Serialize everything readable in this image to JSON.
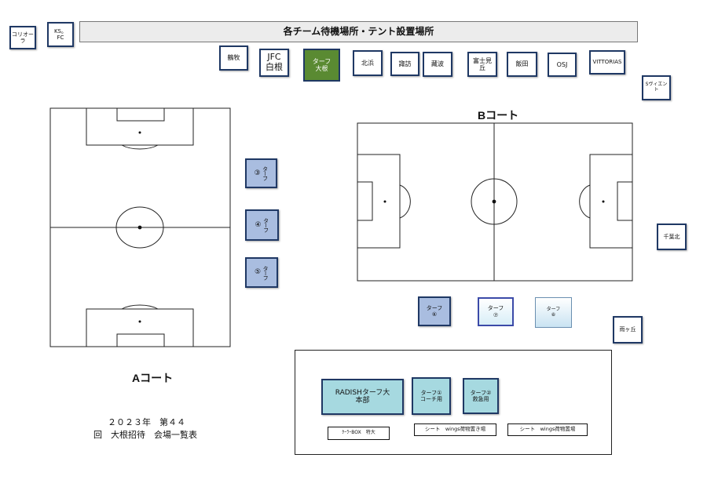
{
  "header": {
    "title": "各チーム待機場所・テント設置場所"
  },
  "courts": {
    "a_label": "Aコート",
    "b_label": "Bコート"
  },
  "teams": {
    "corriola": "コリオーラ",
    "ks_fc": "KS。\nFC",
    "tsurumaki": "鶴牧",
    "jfc_shirane": "JFC\n白根",
    "tarp_oone": "ターフ\n大根",
    "hokuseki": "北浜",
    "suwa": "諏訪",
    "kurami": "藏波",
    "fujimigaoka": "富士見\n丘",
    "iida": "飯田",
    "osj": "OSJ",
    "vittorias": "VITTORIAS",
    "s_vient": "Sヴィエント",
    "chibahoku": "千葉北",
    "amegaoka": "雨ヶ丘"
  },
  "tarps": {
    "t3": {
      "num": "③",
      "text": "ターフ"
    },
    "t4": {
      "num": "④",
      "text": "ターフ"
    },
    "t5": {
      "num": "⑤",
      "text": "ターフ"
    },
    "t6": "ターフ\n⑥",
    "t7": "ターフ\n⑦",
    "t8": "ターフ\n⑧"
  },
  "hq": {
    "radish": "RADISHターフ大\n本部",
    "tarp1": "ターフ①\nコーチ用",
    "tarp2": "ターフ②\n救急用",
    "box": "ｸｰﾗｰBOX　特大",
    "sheet1": "シート　wings荷物置き場",
    "sheet2": "シート　wings荷物置場"
  },
  "caption": {
    "line1": "　２０２３年　第４４",
    "line2": "回　大根招待　会場一覧表"
  },
  "colors": {
    "tarp_blue": "#a9bde0",
    "tarp_green": "#5a8a32",
    "teal": "#a6d9e0",
    "border": "#1f3864"
  }
}
